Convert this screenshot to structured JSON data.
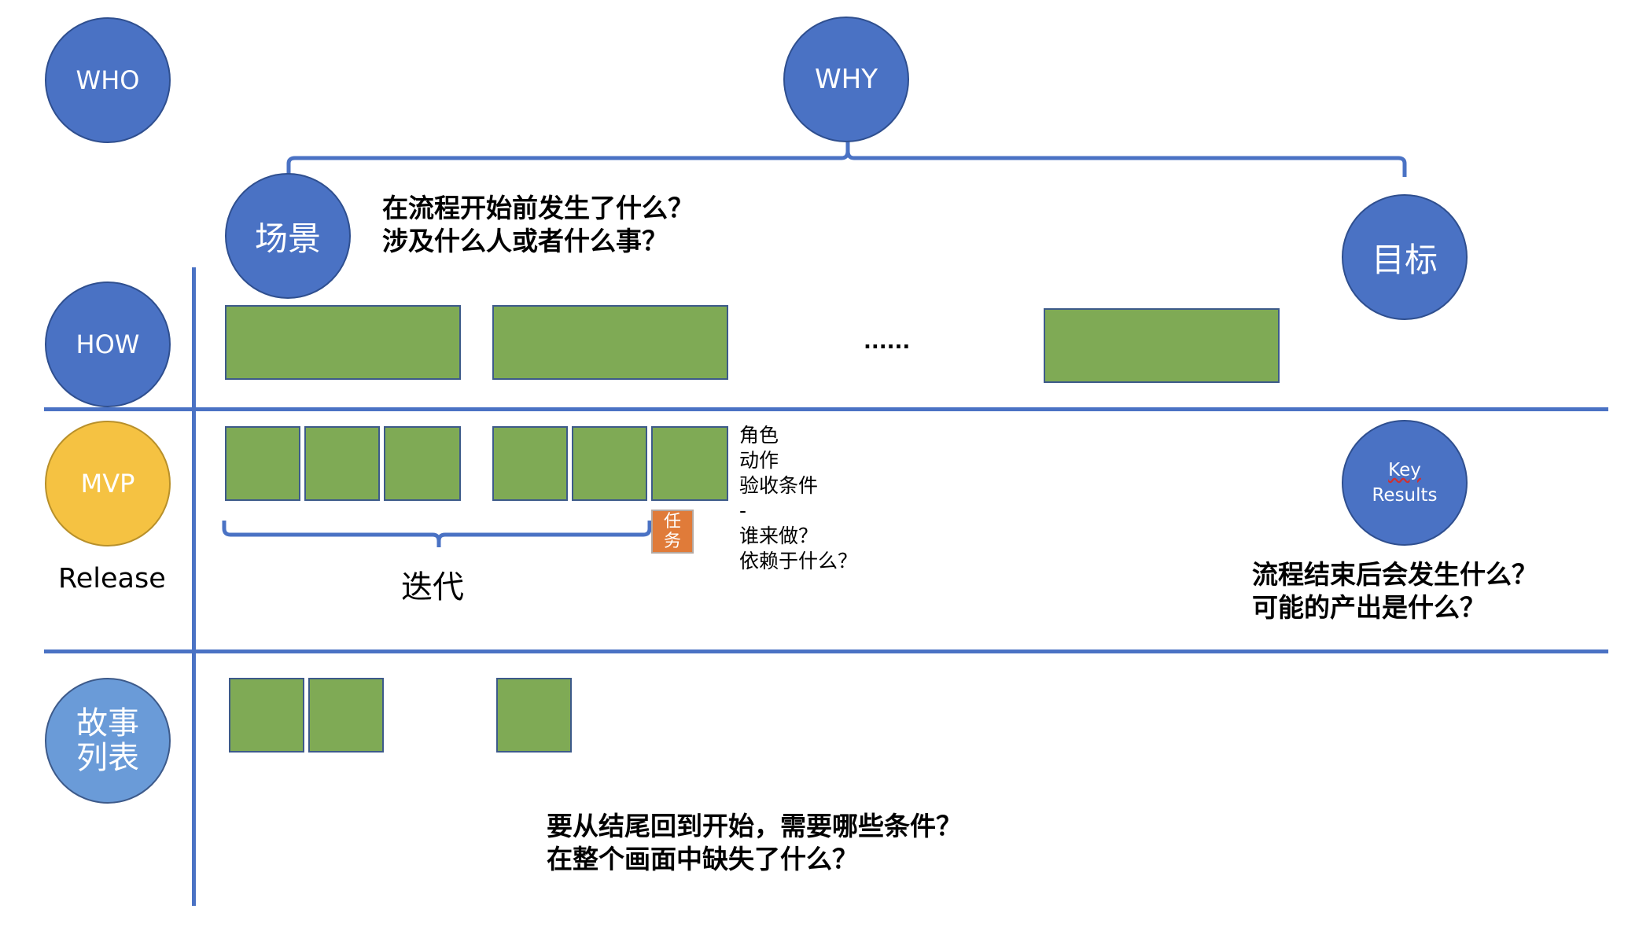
{
  "nodes": {
    "who": "WHO",
    "why": "WHY",
    "scene": "场景",
    "goal": "目标",
    "how": "HOW",
    "mvp": "MVP",
    "key_results_line1": "Key",
    "key_results_line2": "Results",
    "story_list_line1": "故事",
    "story_list_line2": "列表"
  },
  "labels": {
    "release": "Release",
    "iteration": "迭代",
    "ellipsis": "......",
    "task_line1": "任",
    "task_line2": "务"
  },
  "questions": {
    "before_line1": "在流程开始前发生了什么？",
    "before_line2": "涉及什么人或者什么事？",
    "after_line1": "流程结束后会发生什么？",
    "after_line2": "可能的产出是什么？",
    "missing_line1": "要从结尾回到开始，需要哪些条件？",
    "missing_line2": "在整个画面中缺失了什么？"
  },
  "story_notes": [
    "角色",
    "动作",
    "验收条件",
    "-",
    "谁来做？",
    "依赖于什么？"
  ],
  "colors": {
    "node_blue": "#4a72c4",
    "story_list_blue": "#6a9bd8",
    "mvp_yellow": "#f5c242",
    "card_green": "#7faa55",
    "task_orange": "#e07b39",
    "line_blue": "#4a72c4"
  }
}
